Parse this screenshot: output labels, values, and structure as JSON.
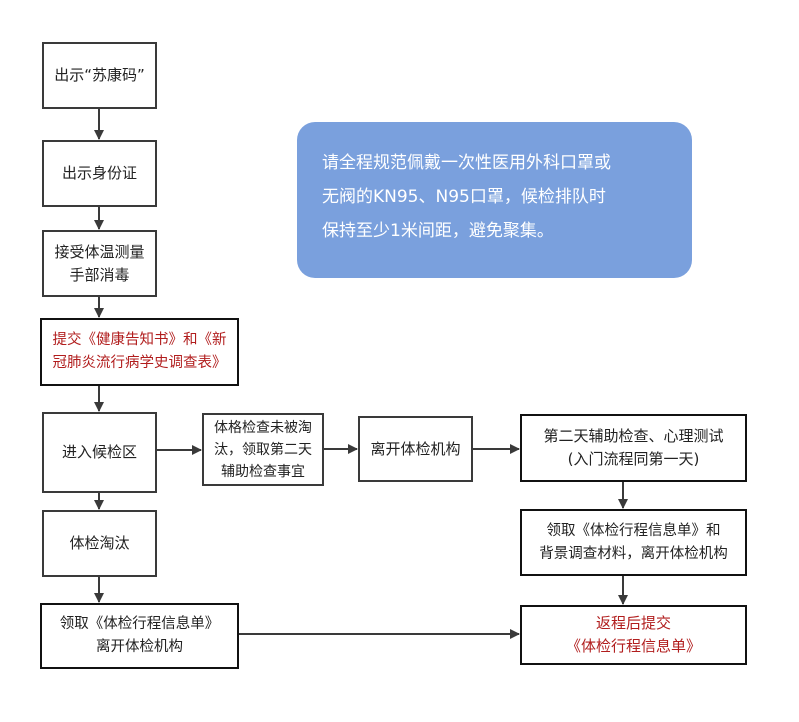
{
  "flowchart": {
    "nodes": {
      "show_health_code": {
        "lines": [
          "出示“苏康码”"
        ]
      },
      "show_id": {
        "lines": [
          "出示身份证"
        ]
      },
      "temperature_disinfect": {
        "lines": [
          "接受体温测量",
          "手部消毒"
        ]
      },
      "submit_forms": {
        "lines": [
          "提交《健康告知书》和《新",
          "冠肺炎流行病学史调查表》"
        ]
      },
      "enter_waiting_area": {
        "lines": [
          "进入候检区"
        ]
      },
      "not_eliminated": {
        "lines": [
          "体格检查未被淘",
          "汰，领取第二天",
          "辅助检查事宜"
        ]
      },
      "leave_institution": {
        "lines": [
          "离开体检机构"
        ]
      },
      "day2_checks": {
        "lines": [
          "第二天辅助检查、心理测试",
          "(入门流程同第一天)"
        ]
      },
      "collect_docs_leave": {
        "lines": [
          "领取《体检行程信息单》和",
          "背景调查材料，离开体检机构"
        ]
      },
      "eliminated": {
        "lines": [
          "体检淘汰"
        ]
      },
      "collect_sheet_leave": {
        "lines": [
          "领取《体检行程信息单》",
          "离开体检机构"
        ]
      },
      "submit_after_return": {
        "lines": [
          "返程后提交",
          "《体检行程信息单》"
        ]
      }
    },
    "edges": [
      [
        "show_health_code",
        "show_id"
      ],
      [
        "show_id",
        "temperature_disinfect"
      ],
      [
        "temperature_disinfect",
        "submit_forms"
      ],
      [
        "submit_forms",
        "enter_waiting_area"
      ],
      [
        "enter_waiting_area",
        "not_eliminated"
      ],
      [
        "not_eliminated",
        "leave_institution"
      ],
      [
        "leave_institution",
        "day2_checks"
      ],
      [
        "day2_checks",
        "collect_docs_leave"
      ],
      [
        "collect_docs_leave",
        "submit_after_return"
      ],
      [
        "enter_waiting_area",
        "eliminated"
      ],
      [
        "eliminated",
        "collect_sheet_leave"
      ],
      [
        "collect_sheet_leave",
        "submit_after_return"
      ]
    ]
  },
  "note": {
    "lines": [
      "请全程规范佩戴一次性医用外科口罩或",
      "无阀的KN95、N95口罩，候检排队时",
      "保持至少1米间距，避免聚集。"
    ]
  },
  "colors": {
    "note_bg": "#7aa0dd",
    "highlight_text": "#b11d1d",
    "line": "#3a3a3a"
  }
}
